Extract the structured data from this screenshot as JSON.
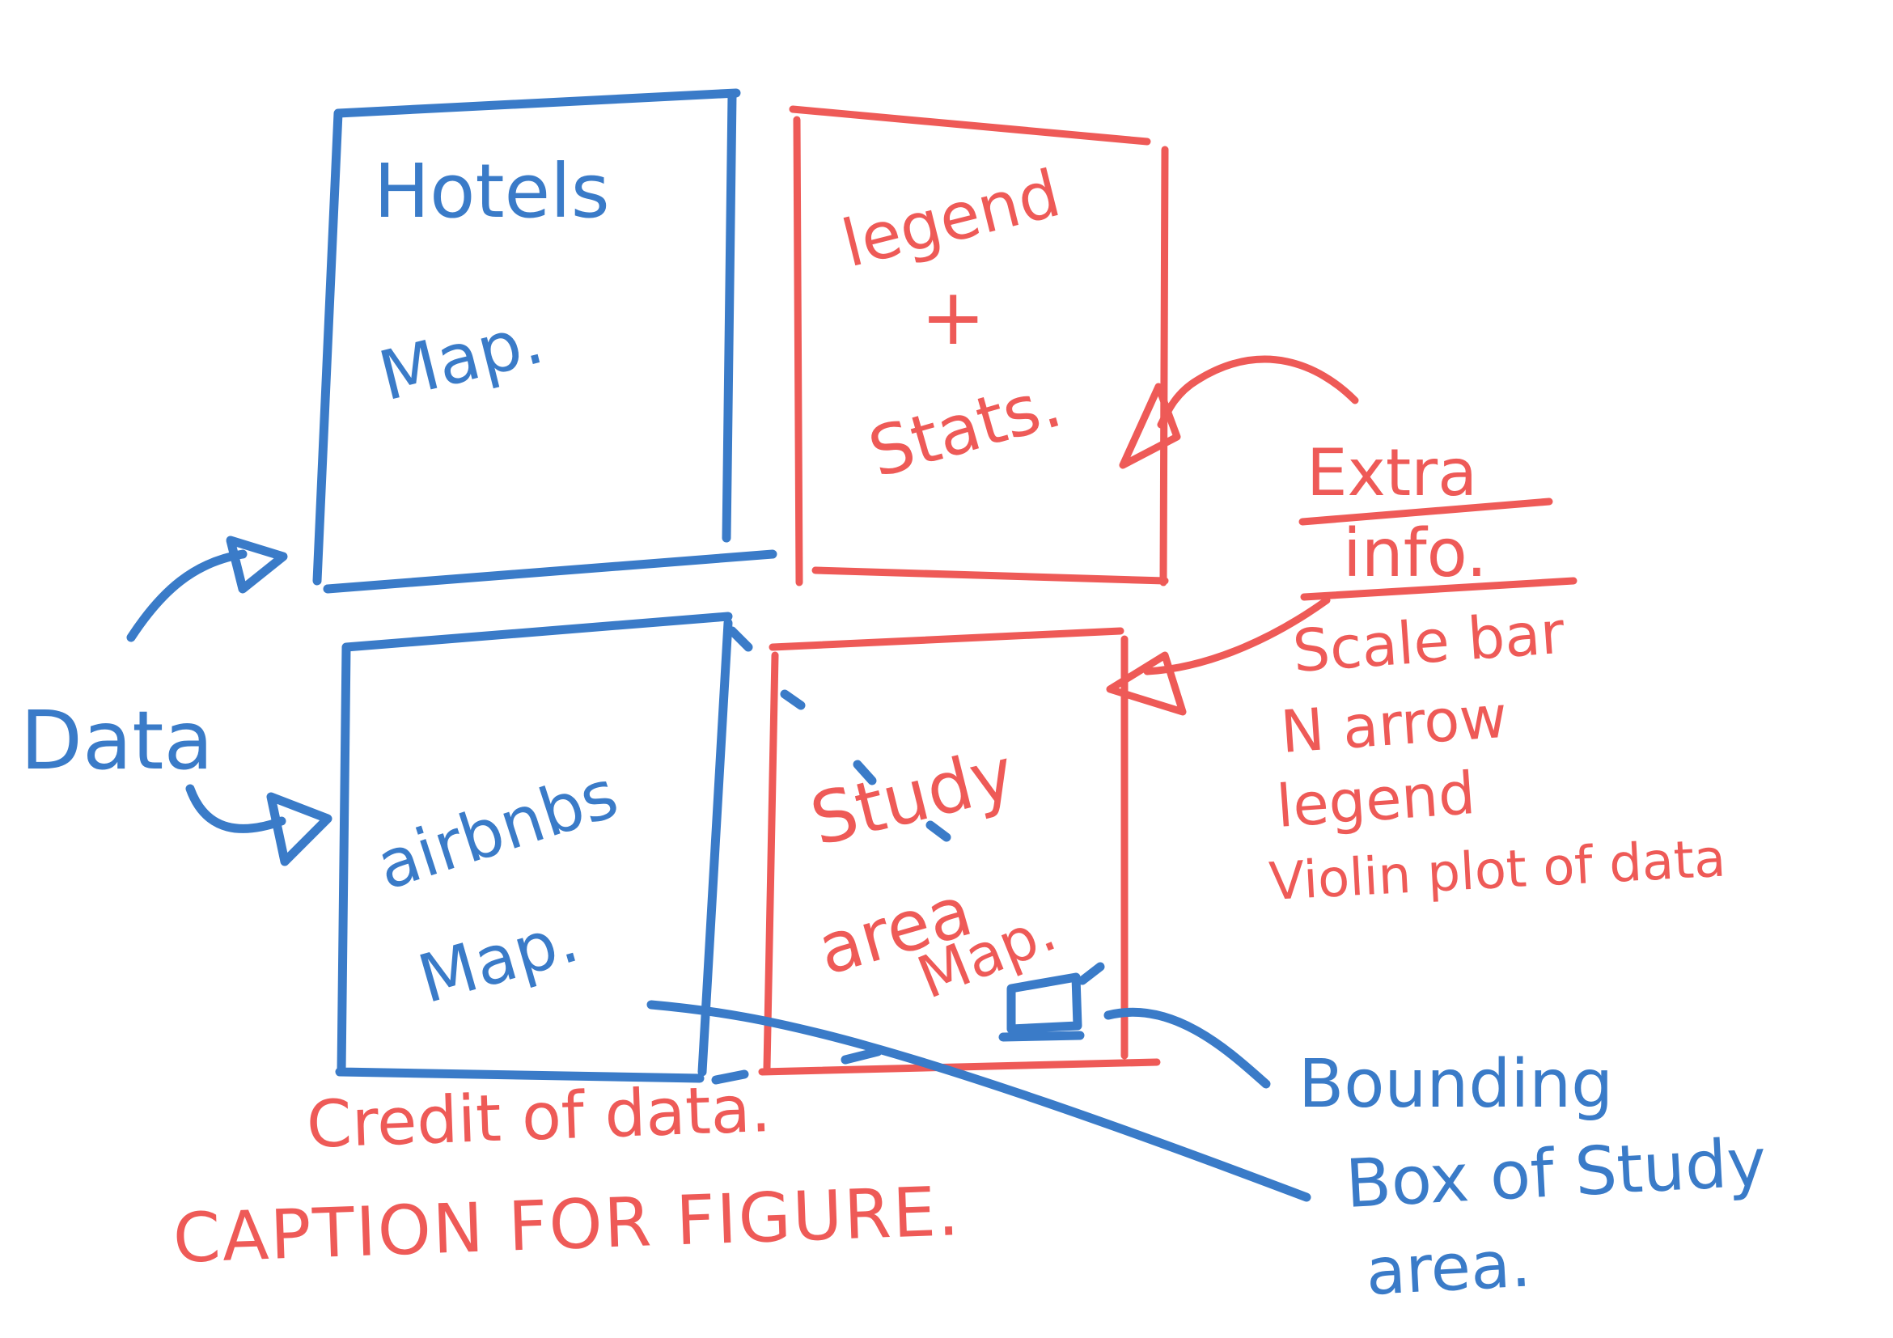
{
  "colors": {
    "blue_marker": "#3a7bc8",
    "red_marker": "#ee5a57",
    "background": "#ffffff"
  },
  "panels": {
    "hotels": {
      "line1": "Hotels",
      "line2": "Map."
    },
    "legend": {
      "line1": "legend",
      "line2": "+",
      "line3": "Stats."
    },
    "airbnbs": {
      "line1": "airbnbs",
      "line2": "Map."
    },
    "study_area": {
      "line1": "Study",
      "line2": "area",
      "line3": "Map."
    }
  },
  "labels": {
    "data": "Data",
    "extra_info_line1": "Extra",
    "extra_info_line2": "info.",
    "bounding_line1": "Bounding",
    "bounding_line2": "Box of Study",
    "bounding_line3": "area.",
    "credit": "Credit of data.",
    "caption": "CAPTION FOR FIGURE."
  },
  "extra_info_items": [
    "Scale bar",
    "N arrow",
    "legend",
    "Violin plot of data"
  ]
}
